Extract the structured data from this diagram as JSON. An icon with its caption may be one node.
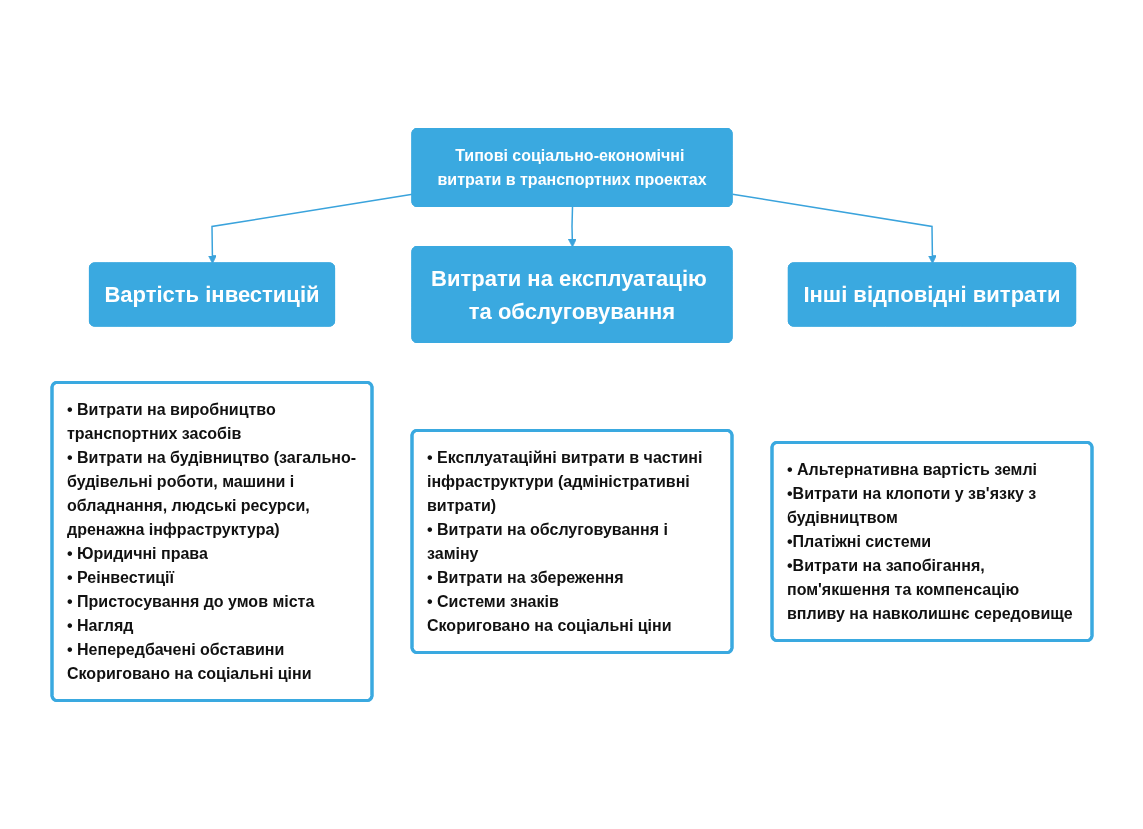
{
  "diagram": {
    "nodes": [
      {
        "text": [
          "Типові соціально-економічні витрати в транспортних проектах"
        ]
      },
      {
        "text": [
          "Вартість інвестицій"
        ]
      },
      {
        "text": [
          "• Витрати на виробництво транспортних засобів",
          "• Витрати на будівництво (загально-будівельні роботи, машини і обладнання, людські ресурси, дренажна інфраструктура)",
          "• Юридичні права",
          "• Реінвестиції",
          "• Пристосування до умов міста",
          "• Нагляд",
          "• Непередбачені обставини",
          "Скориговано на соціальні ціни"
        ]
      },
      {
        "text": [
          "Витрати на експлуатацію та обслуговування"
        ]
      },
      {
        "text": [
          "• Експлуатаційні витрати в частині інфраструктури (адміністративні витрати)",
          "• Витрати на обслуговування і заміну",
          "• Витрати на збереження",
          "• Системи знаків",
          "Скориговано на соціальні ціни"
        ]
      },
      {
        "text": [
          "Інші відповідні витрати"
        ]
      },
      {
        "text": [
          "• Альтернативна вартість землі",
          "•Витрати на клопоти у зв'язку з будівництвом",
          "•Платіжні системи",
          "•Витрати на запобігання, пом'якшення та компенсацію впливу на навколишнє середовище"
        ]
      }
    ],
    "edges": [
      {
        "from": 0,
        "to": 1,
        "arrow": "to"
      },
      {
        "from": 0,
        "to": 3,
        "arrow": "to"
      },
      {
        "from": 0,
        "to": 5,
        "arrow": "to"
      }
    ]
  }
}
